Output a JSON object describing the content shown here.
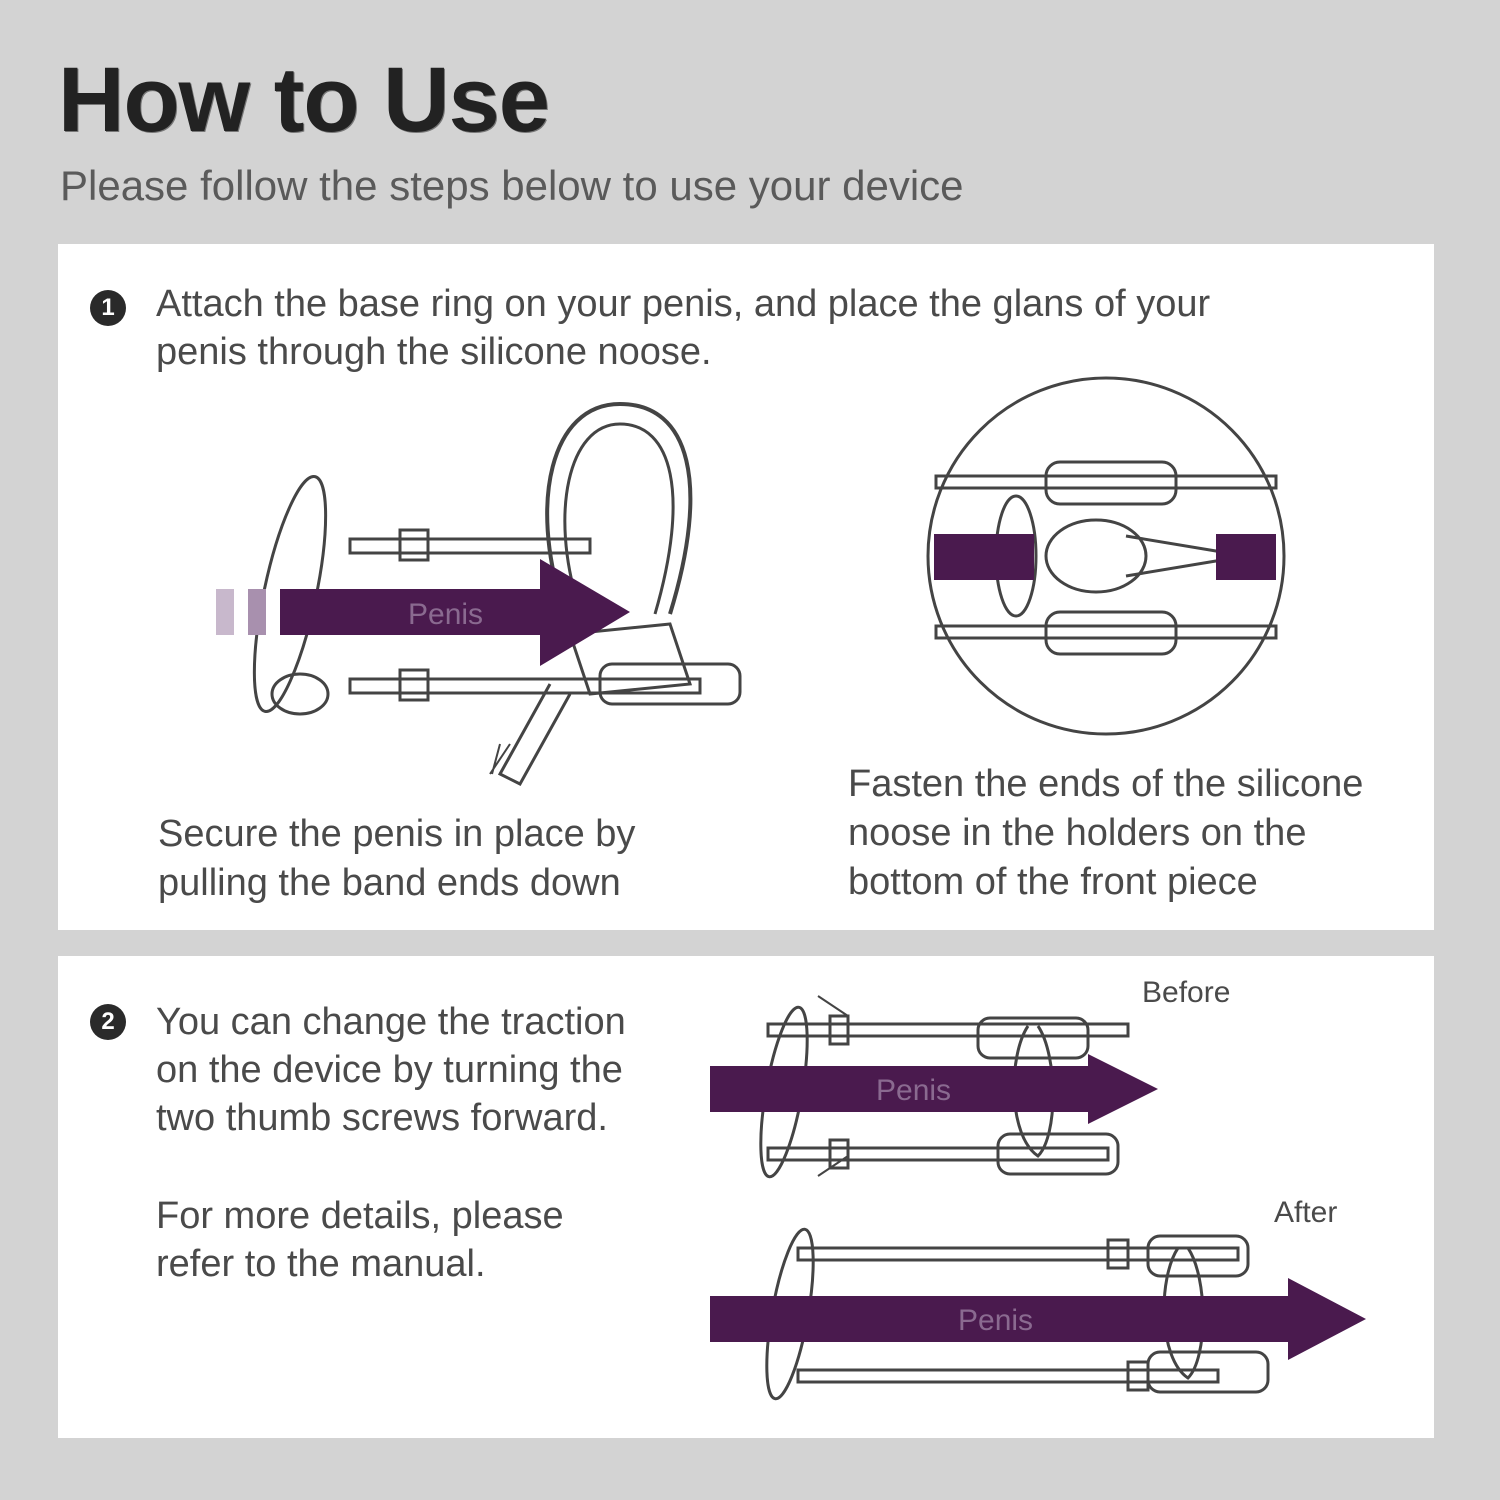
{
  "header": {
    "title": "How to Use",
    "subtitle": "Please follow the steps below to use your device"
  },
  "step1": {
    "number": "1",
    "text_line1": "Attach the base ring on your penis, and place the glans of your",
    "text_line2": "penis through the silicone noose.",
    "arrow_label": "Penis",
    "caption_left_line1": "Secure the penis in place by",
    "caption_left_line2": "pulling the band ends down",
    "caption_right_line1": "Fasten the ends of the silicone",
    "caption_right_line2": "noose in the holders on the",
    "caption_right_line3": "bottom of the front piece"
  },
  "step2": {
    "number": "2",
    "text_line1": "You can change the traction",
    "text_line2": "on the device by turning the",
    "text_line3": "two thumb screws forward.",
    "more_line1": "For more details, please",
    "more_line2": "refer to the manual.",
    "before_label": "Before",
    "after_label": "After",
    "arrow_label_before": "Penis",
    "arrow_label_after": "Penis"
  },
  "colors": {
    "accent_purple": "#4a1a4e",
    "panel_bg": "#ffffff",
    "page_bg": "#d3d3d3"
  }
}
